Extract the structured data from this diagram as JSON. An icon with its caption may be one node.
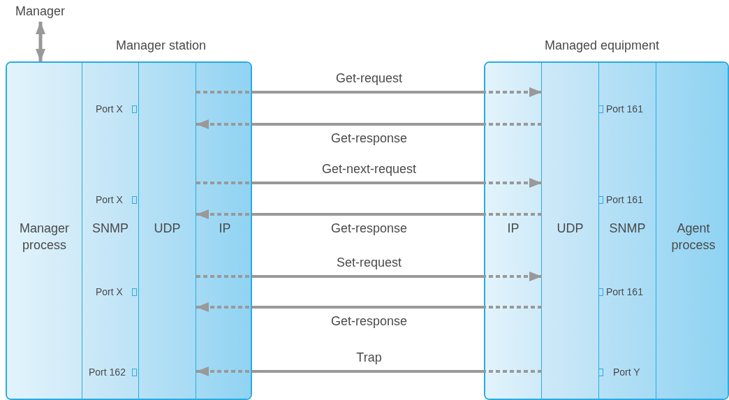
{
  "diagram": {
    "nodes": [
      {
        "text": [
          "Manager"
        ]
      },
      {
        "text": [
          "Manager station"
        ]
      },
      {
        "text": [
          "Manager process"
        ],
        "in": 1
      },
      {
        "text": [
          "SNMP"
        ],
        "in": 1
      },
      {
        "text": [
          "UDP"
        ],
        "in": 1
      },
      {
        "text": [
          "IP"
        ],
        "in": 1
      },
      {
        "text": [
          "Managed equipment"
        ]
      },
      {
        "text": [
          "IP"
        ],
        "in": 6
      },
      {
        "text": [
          "UDP"
        ],
        "in": 6
      },
      {
        "text": [
          "SNMP"
        ],
        "in": 6
      },
      {
        "text": [
          "Agent process"
        ],
        "in": 6
      }
    ],
    "edges": [
      {
        "from": 0,
        "to": 1,
        "arrow": "both"
      },
      {
        "from": 5,
        "to": 7,
        "arrow": "to",
        "label": "Get-request",
        "style": "dashed"
      },
      {
        "from": 7,
        "to": 5,
        "arrow": "to",
        "label": "Get-response",
        "style": "dashed"
      },
      {
        "from": 5,
        "to": 7,
        "arrow": "to",
        "label": "Get-next-request",
        "style": "dashed"
      },
      {
        "from": 7,
        "to": 5,
        "arrow": "to",
        "label": "Get-response",
        "style": "dashed"
      },
      {
        "from": 5,
        "to": 7,
        "arrow": "to",
        "label": "Set-request",
        "style": "dashed"
      },
      {
        "from": 7,
        "to": 5,
        "arrow": "to",
        "label": "Get-response",
        "style": "dashed"
      },
      {
        "from": 7,
        "to": 5,
        "arrow": "to",
        "label": "Trap",
        "style": "dashed"
      }
    ],
    "labels": [
      "Port X",
      "Port 161",
      "Port X",
      "Port 161",
      "Port X",
      "Port 161",
      "Port 162",
      "Port Y"
    ]
  }
}
